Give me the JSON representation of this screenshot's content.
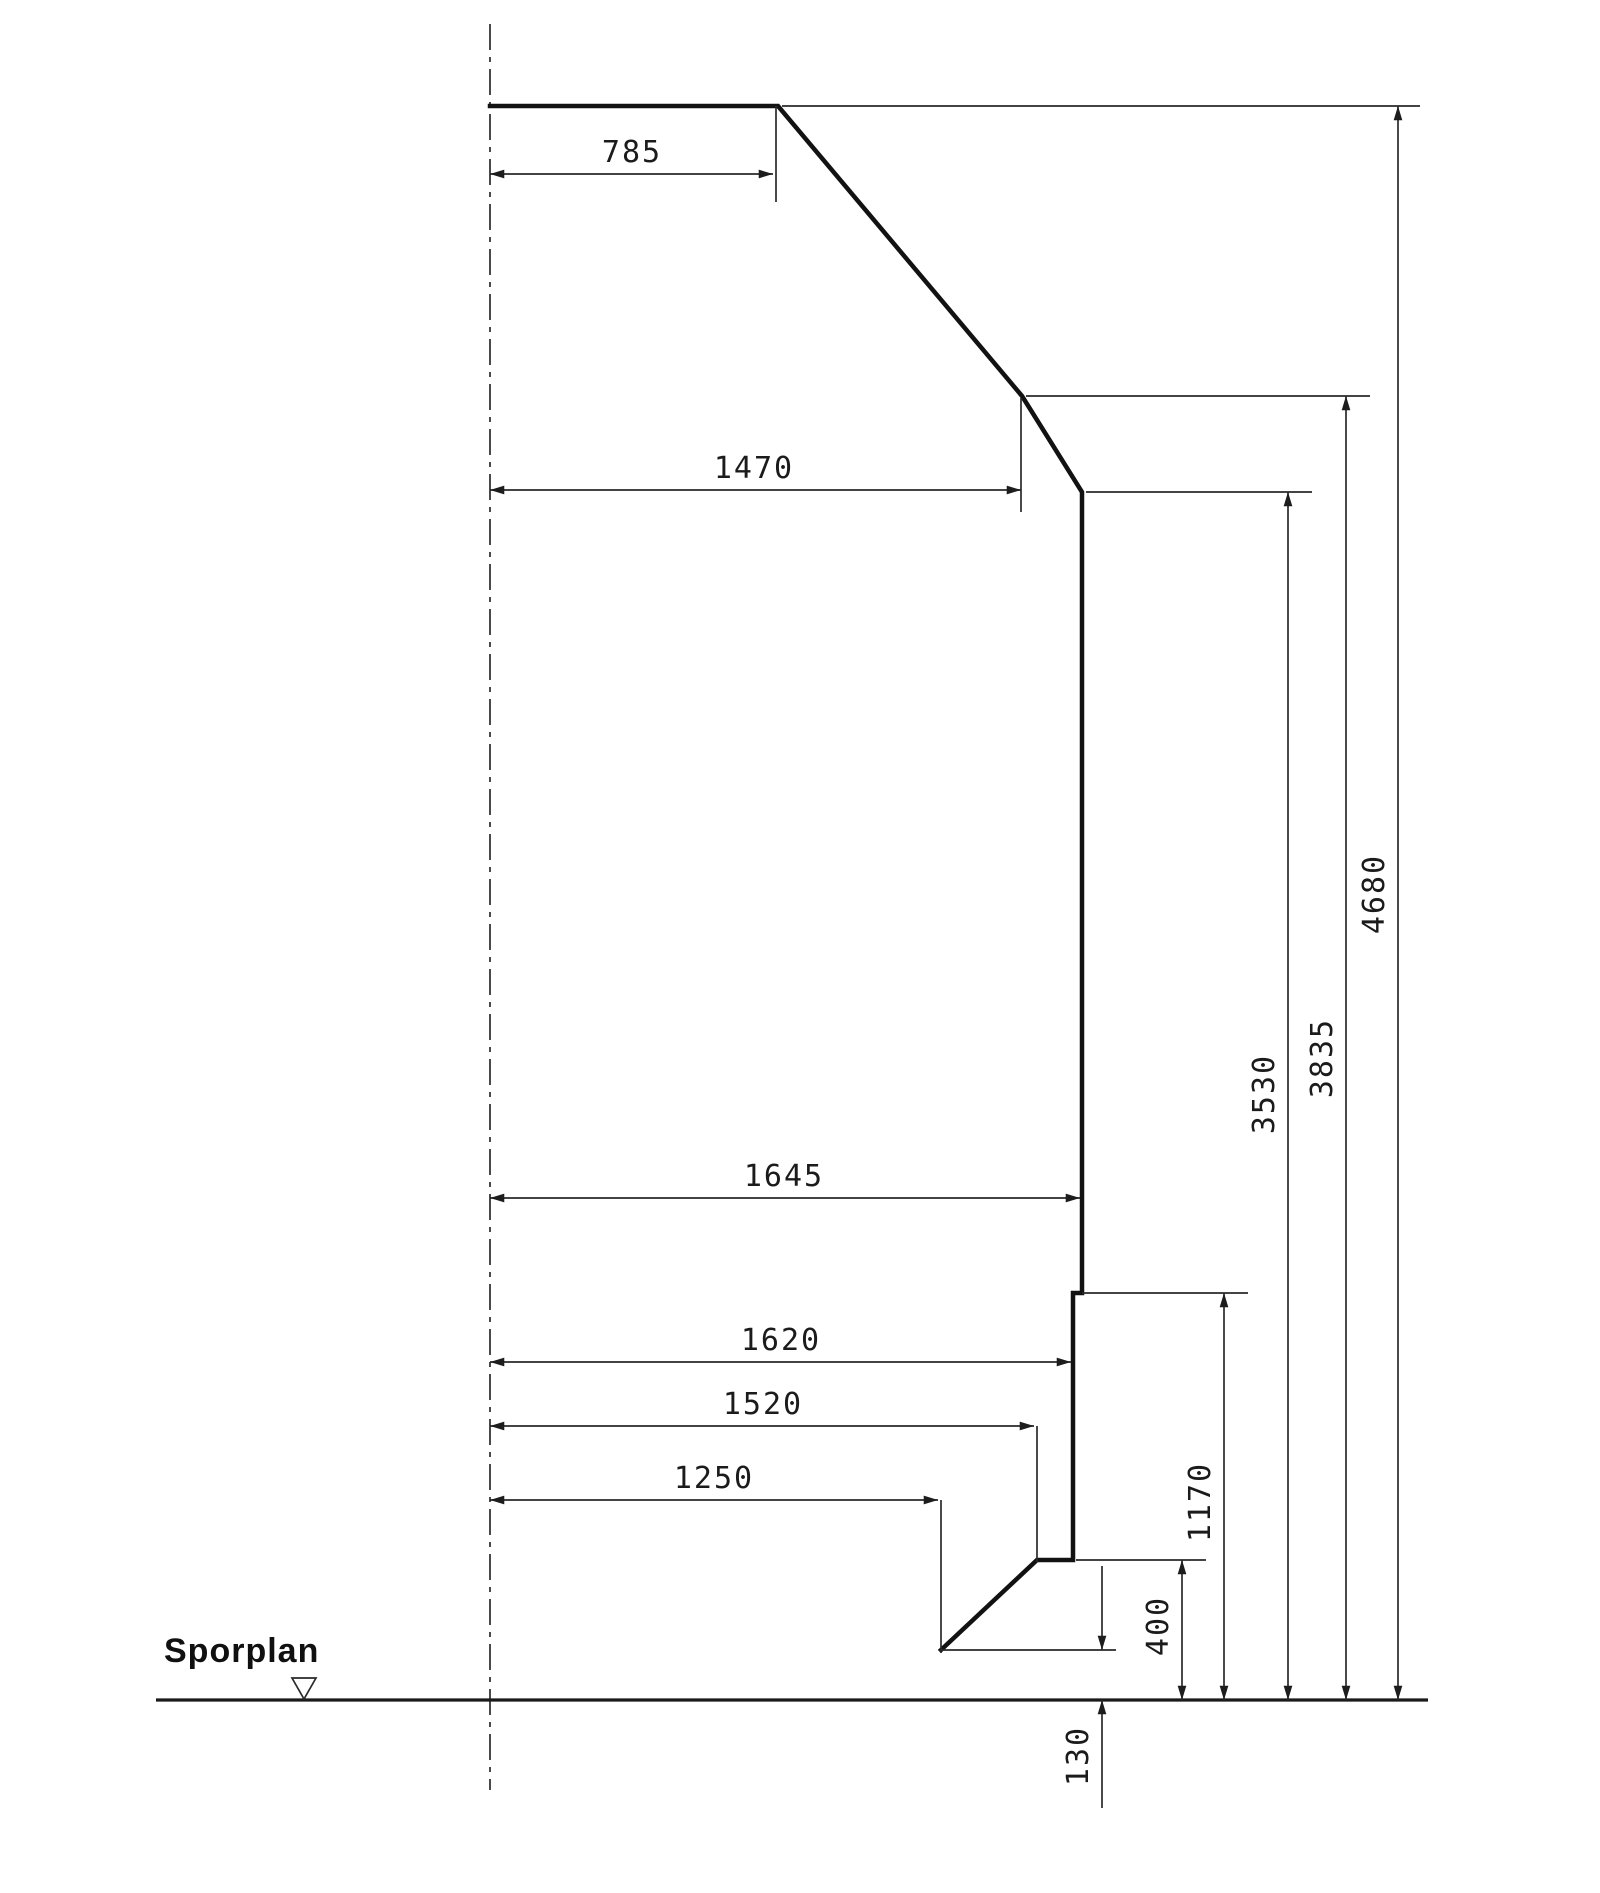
{
  "drawing": {
    "ground_label": "Sporplan",
    "width_dims": [
      {
        "label": "785"
      },
      {
        "label": "1470"
      },
      {
        "label": "1645"
      },
      {
        "label": "1620"
      },
      {
        "label": "1520"
      },
      {
        "label": "1250"
      }
    ],
    "height_dims": [
      {
        "label": "4680"
      },
      {
        "label": "3835"
      },
      {
        "label": "3530"
      },
      {
        "label": "1170"
      },
      {
        "label": "400"
      },
      {
        "label": "130"
      }
    ]
  }
}
